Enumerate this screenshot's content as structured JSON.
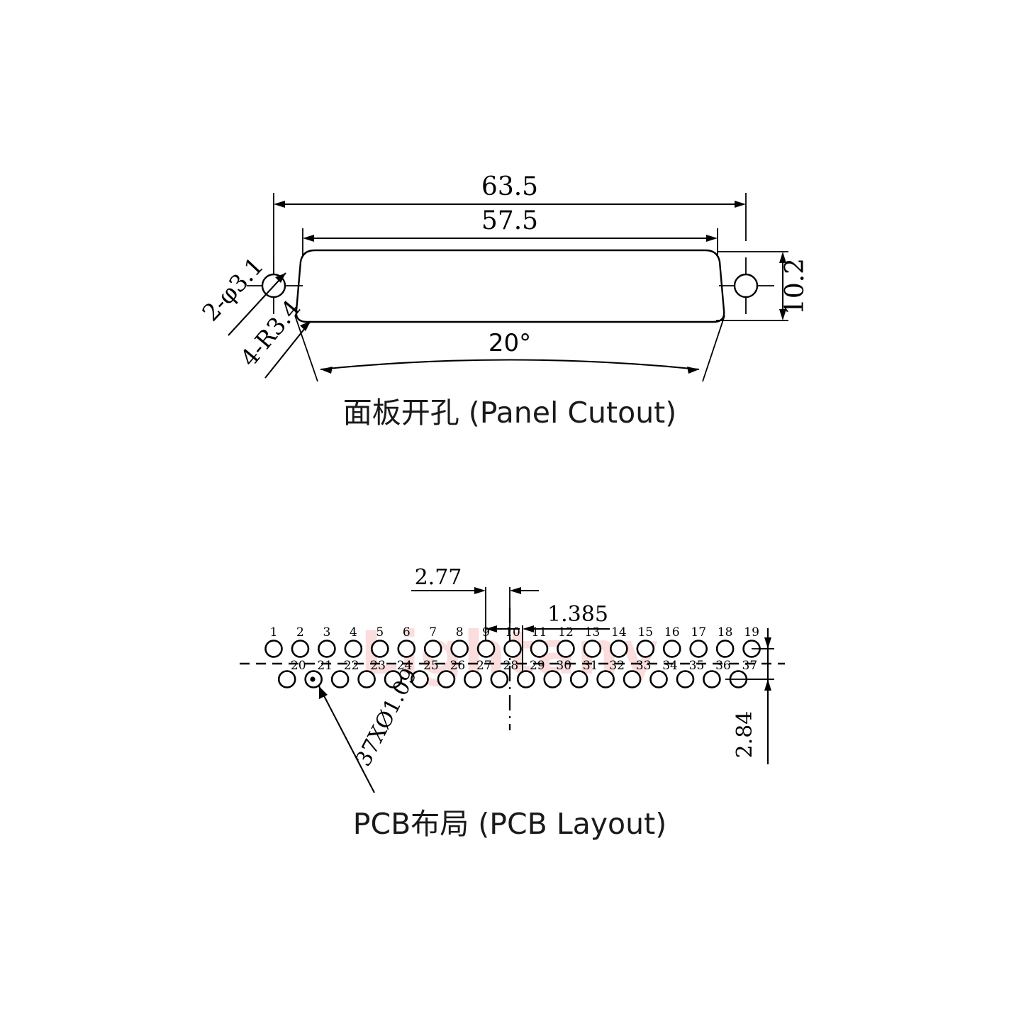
{
  "document": {
    "type": "engineering-drawing",
    "watermark_text": "Lightany",
    "watermark_color": "#fbe2e2",
    "line_color": "#000000",
    "background_color": "#ffffff"
  },
  "panel_cutout": {
    "caption": "面板开孔 (Panel Cutout)",
    "dimensions": {
      "overall_width": "63.5",
      "cutout_width": "57.5",
      "height": "10.2",
      "angle": "20°",
      "mounting_holes": "2-φ3.1",
      "corner_radius": "4-R3.4"
    }
  },
  "pcb_layout": {
    "caption": "PCB布局 (PCB Layout)",
    "dimensions": {
      "pitch": "2.77",
      "half_pitch": "1.385",
      "row_spacing": "2.84",
      "hole_callout": "37XØ1.09"
    },
    "top_row_pins": [
      "1",
      "2",
      "3",
      "4",
      "5",
      "6",
      "7",
      "8",
      "9",
      "10",
      "11",
      "12",
      "13",
      "14",
      "15",
      "16",
      "17",
      "18",
      "19"
    ],
    "bottom_row_pins": [
      "20",
      "21",
      "22",
      "23",
      "24",
      "25",
      "26",
      "27",
      "28",
      "29",
      "30",
      "31",
      "32",
      "33",
      "34",
      "35",
      "36",
      "37"
    ],
    "marked_pin": "21"
  }
}
